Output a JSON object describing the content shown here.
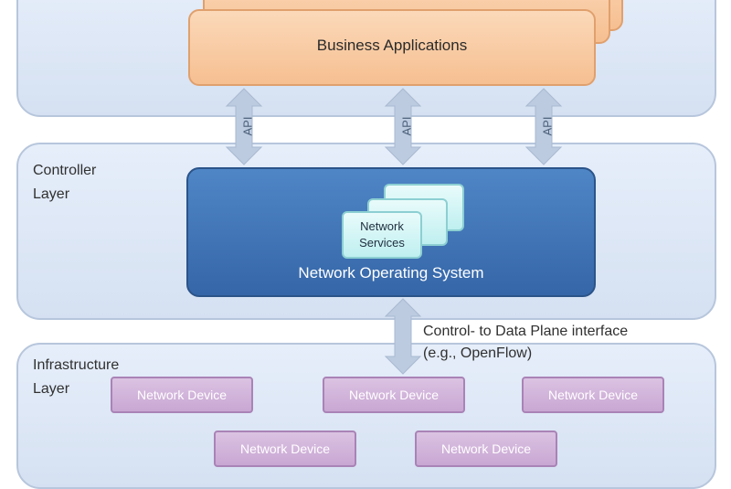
{
  "app_layer": {
    "app_label": "Business Applications"
  },
  "apis": [
    {
      "label": "API"
    },
    {
      "label": "API"
    },
    {
      "label": "API"
    }
  ],
  "controller_layer": {
    "label": "Controller\nLayer",
    "nos_label": "Network Operating System",
    "service_label": "Network\nServices"
  },
  "interface": {
    "label": "Control- to Data Plane interface\n(e.g., OpenFlow)"
  },
  "infrastructure_layer": {
    "label": "Infrastructure\nLayer",
    "devices": [
      {
        "label": "Network Device"
      },
      {
        "label": "Network Device"
      },
      {
        "label": "Network Device"
      },
      {
        "label": "Network Device"
      },
      {
        "label": "Network Device"
      }
    ]
  },
  "colors": {
    "layer_fill": "#dde7f6",
    "app_fill": "#f8c9a0",
    "nos_fill": "#3f75b8",
    "service_fill": "#d5f5f6",
    "device_fill": "#d2b3db",
    "arrow_fill": "#bccbe0"
  }
}
